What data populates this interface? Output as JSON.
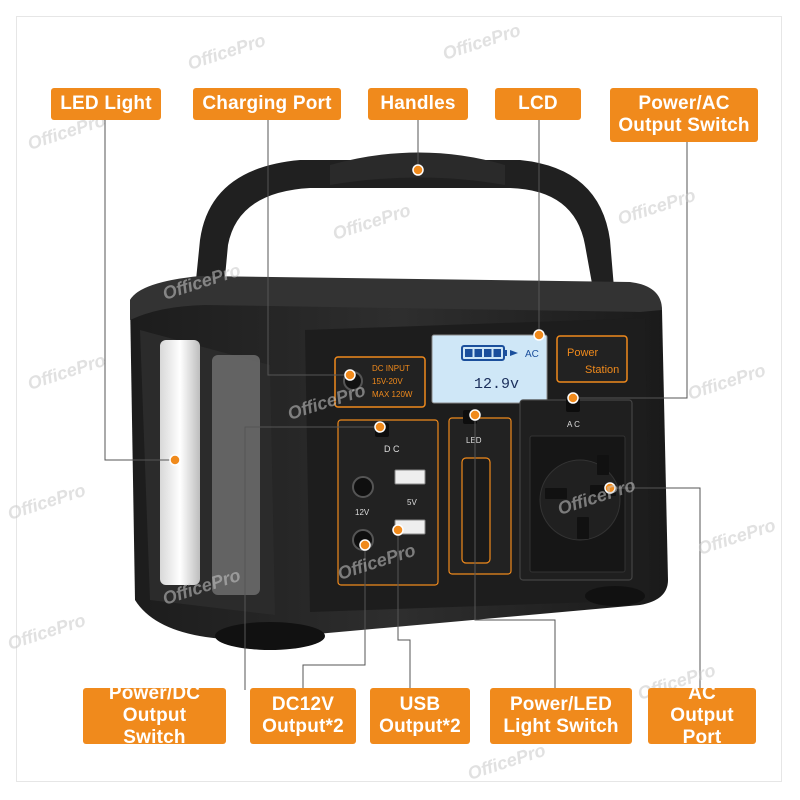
{
  "callouts": {
    "led_light": "LED Light",
    "charging_port": "Charging Port",
    "handles": "Handles",
    "lcd": "LCD",
    "power_ac_switch": "Power/AC\nOutput Switch",
    "power_dc_switch": "Power/DC\nOutput Switch",
    "dc12v_output": "DC12V\nOutput*2",
    "usb_output": "USB\nOutput*2",
    "power_led_switch": "Power/LED\nLight Switch",
    "ac_output_port": "AC Output\nPort"
  },
  "device": {
    "dc_input_title": "DC INPUT",
    "dc_input_voltage": "15V-20V",
    "dc_input_power": "MAX 120W",
    "lcd_ac_label": "AC",
    "lcd_voltage": "12.9v",
    "power_station_line1": "Power",
    "power_station_line2": "Station",
    "dc_label": "D C",
    "ac_label": "A C",
    "led_label": "LED",
    "label_12v": "12V",
    "label_5v": "5V"
  },
  "watermark": "OfficePro",
  "colors": {
    "accent": "#f08a1c",
    "body": "#262626",
    "lcd": "#cfe7f7",
    "leader": "#555555"
  },
  "lcd_battery_level": 1.0
}
